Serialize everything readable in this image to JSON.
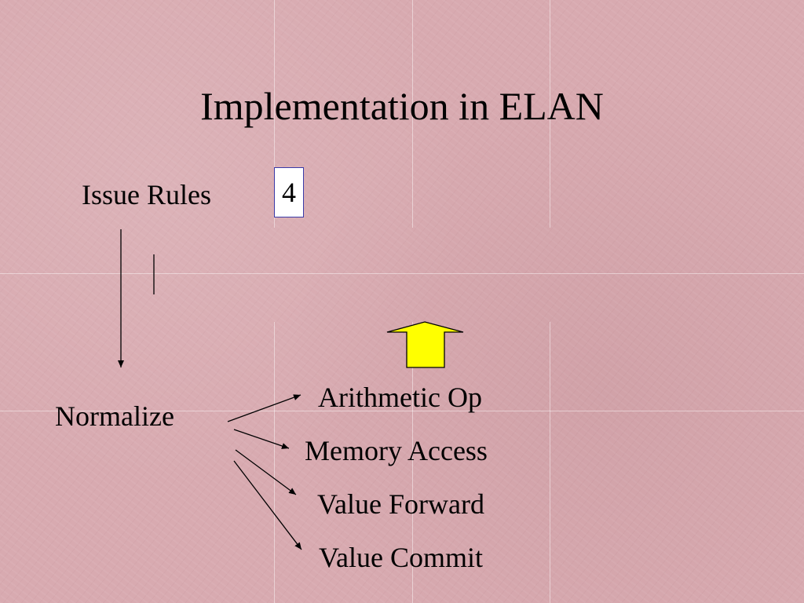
{
  "slide": {
    "title": "Implementation in  ELAN",
    "issue_rules_label": "Issue Rules",
    "issue_rules_badge": "4",
    "normalize_label": "Normalize",
    "targets": [
      "Arithmetic Op",
      "Memory Access",
      "Value Forward",
      "Value Commit"
    ],
    "up_arrow_icon": "up-arrow-icon",
    "up_arrow_color": "#ffff00",
    "background_color": "#d8aab0"
  }
}
